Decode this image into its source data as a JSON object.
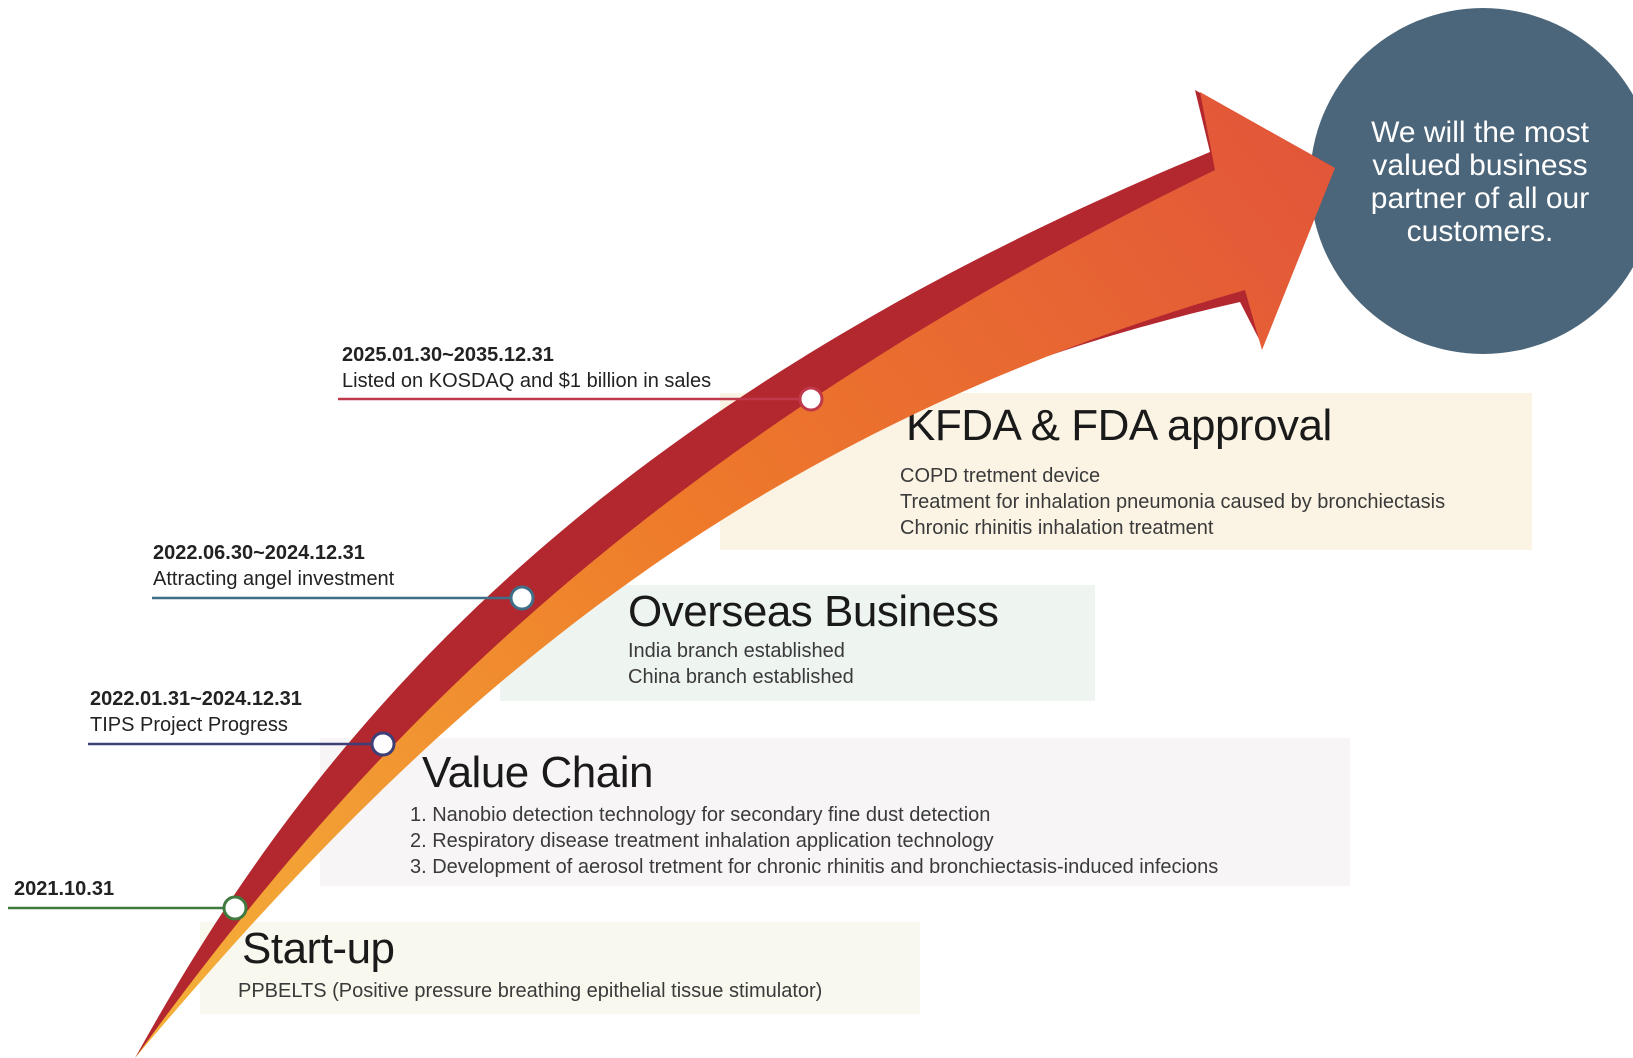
{
  "goal": {
    "text": "We will the most\nvalued business\npartner of all our\ncustomers.",
    "color": "#3d5a70"
  },
  "stages": [
    {
      "title": "KFDA & FDA approval",
      "lines": [
        "COPD tretment device",
        "Treatment for inhalation pneumonia caused by bronchiectasis",
        "Chronic rhinitis inhalation treatment"
      ],
      "background": "#fbf4e4"
    },
    {
      "title": "Overseas Business",
      "lines": [
        "India branch established",
        "China branch established"
      ],
      "background": "#eef5f1"
    },
    {
      "title": "Value Chain",
      "lines": [
        "1.  Nanobio detection technology for secondary fine dust detection",
        "2.  Respiratory disease treatment inhalation application technology",
        "3.  Development of aerosol tretment for chronic rhinitis and bronchiectasis-induced infecions"
      ],
      "background": "#f7f5f5"
    },
    {
      "title": "Start-up",
      "lines": [
        "PPBELTS (Positive pressure breathing epithelial tissue stimulator)"
      ],
      "background": "#f8f8ef"
    }
  ],
  "milestones": [
    {
      "date": "2025.01.30~2035.12.31",
      "desc": "Listed on KOSDAQ and $1 billion in sales",
      "color": "#c0394a"
    },
    {
      "date": "2022.06.30~2024.12.31",
      "desc": "Attracting angel investment",
      "color": "#3f6f87"
    },
    {
      "date": "2022.01.31~2024.12.31",
      "desc": "TIPS Project Progress",
      "color": "#3f3f78"
    },
    {
      "date": "2021.10.31",
      "desc": "",
      "color": "#3f7a3f"
    }
  ],
  "arrow_colors": {
    "tail": "#f5b23a",
    "mid": "#ee7a2a",
    "head": "#e2553a",
    "shadow": "#b3272f"
  }
}
